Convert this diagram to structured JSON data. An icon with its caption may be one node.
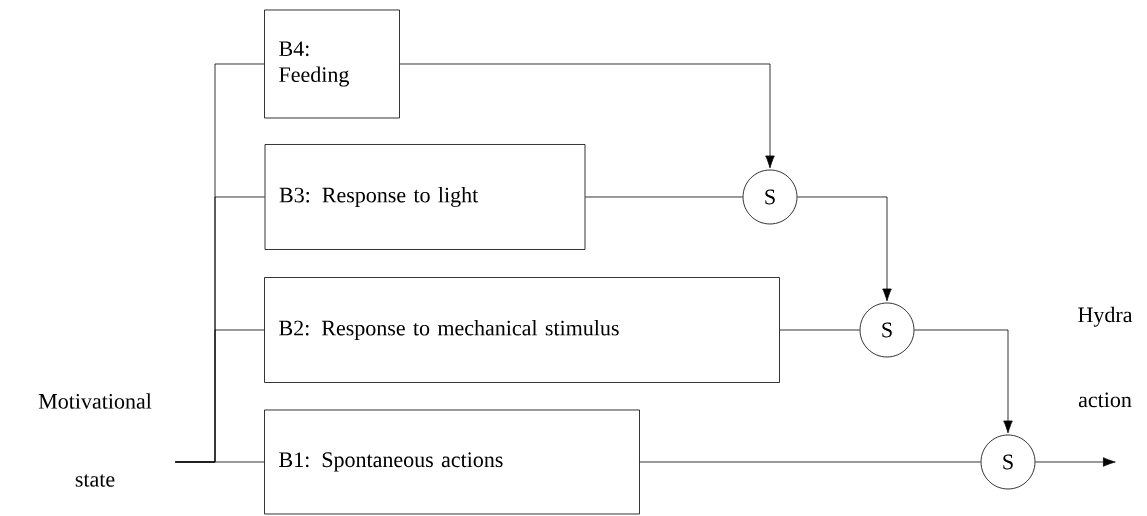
{
  "diagram": {
    "nodes": [
      {
        "text": [
          "Motivational state"
        ]
      },
      {
        "text": [
          "B4: Feeding"
        ]
      },
      {
        "text": [
          "B3: Response to light"
        ]
      },
      {
        "text": [
          "B2: Response to mechanical stimulus"
        ]
      },
      {
        "text": [
          "B1: Spontaneous actions"
        ]
      },
      {
        "text": [
          "S"
        ]
      },
      {
        "text": [
          "S"
        ]
      },
      {
        "text": [
          "S"
        ]
      }
    ],
    "edges": [
      {
        "from": 0,
        "to": 1,
        "arrow": "none"
      },
      {
        "from": 0,
        "to": 2,
        "arrow": "none"
      },
      {
        "from": 0,
        "to": 3,
        "arrow": "none"
      },
      {
        "from": 0,
        "to": 4,
        "arrow": "none"
      },
      {
        "from": 1,
        "to": 5,
        "arrow": "to"
      },
      {
        "from": 2,
        "to": 5,
        "arrow": "none"
      },
      {
        "from": 5,
        "to": 6,
        "arrow": "to"
      },
      {
        "from": 3,
        "to": 6,
        "arrow": "none"
      },
      {
        "from": 6,
        "to": 7,
        "arrow": "to"
      },
      {
        "from": 4,
        "to": 7,
        "arrow": "none"
      },
      {
        "from": 7,
        "to": null,
        "arrow": "to"
      }
    ],
    "labels": [
      "Hydra action"
    ]
  }
}
